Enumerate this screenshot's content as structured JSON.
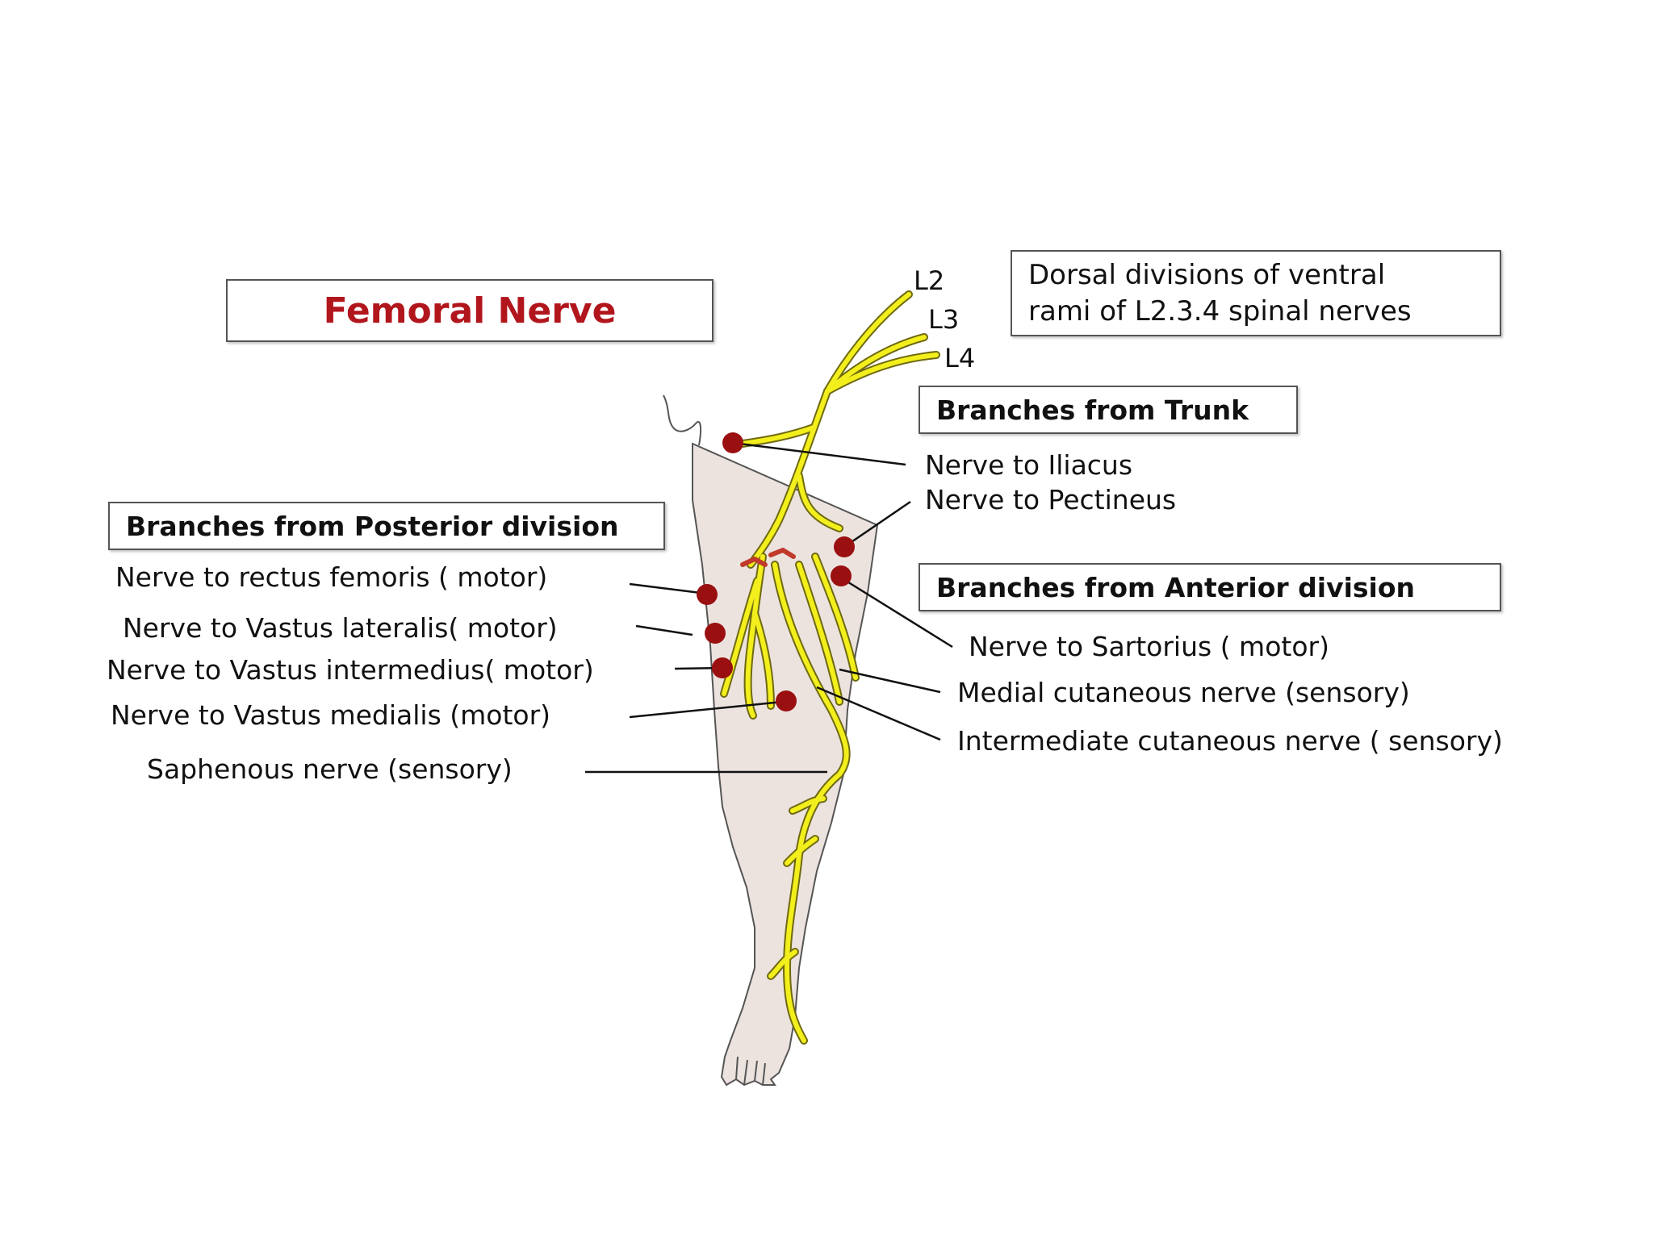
{
  "title": "Femoral Nerve",
  "origin_note": "Dorsal divisions of ventral\nrami of L2.3.4 spinal nerves",
  "roots": [
    "L2",
    "L3",
    "L4"
  ],
  "trunk": {
    "heading": "Branches from Trunk",
    "branches": [
      "Nerve to Iliacus",
      "Nerve to Pectineus"
    ]
  },
  "posterior_division": {
    "heading": "Branches from Posterior division",
    "branches": [
      "Nerve to rectus femoris ( motor)",
      "Nerve to Vastus lateralis( motor)",
      "Nerve to Vastus intermedius( motor)",
      "Nerve to Vastus medialis (motor)",
      "Saphenous nerve (sensory)"
    ]
  },
  "anterior_division": {
    "heading": "Branches from Anterior division",
    "branches": [
      "Nerve to Sartorius ( motor)",
      "Medial cutaneous nerve (sensory)",
      "Intermediate cutaneous nerve ( sensory)"
    ]
  },
  "colors": {
    "title": "#b2161d",
    "nerve": "#f3ef1c",
    "nerve_outline": "#6f6a12",
    "muscle_marker": "#9a0f10",
    "limb_fill": "#ece3df",
    "leader_line": "#111111"
  }
}
